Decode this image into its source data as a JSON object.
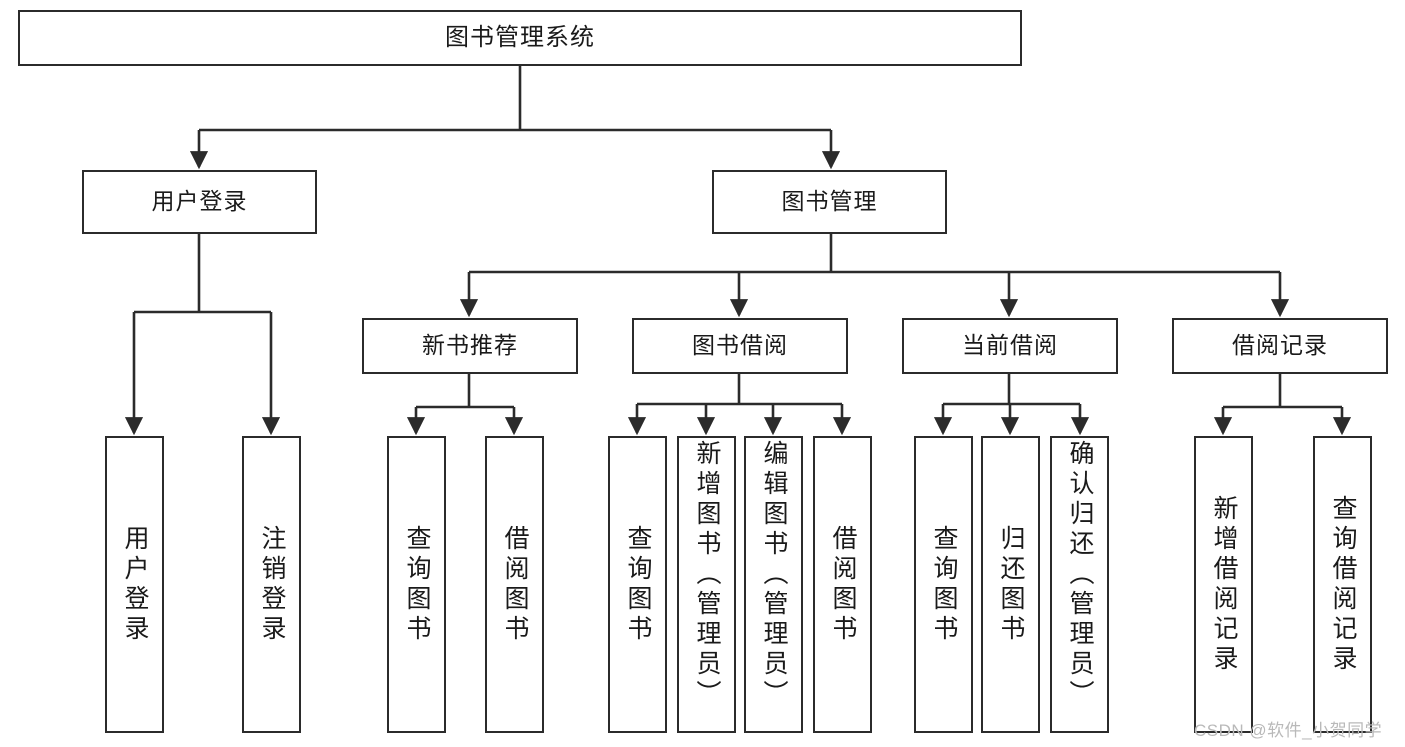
{
  "diagram": {
    "title": "图书管理系统",
    "type": "tree",
    "root": {
      "id": "root",
      "label": "图书管理系统"
    },
    "level2": [
      {
        "id": "user-login",
        "label": "用户登录"
      },
      {
        "id": "book-management",
        "label": "图书管理"
      }
    ],
    "level3": [
      {
        "id": "new-book-recommend",
        "label": "新书推荐"
      },
      {
        "id": "book-borrow",
        "label": "图书借阅"
      },
      {
        "id": "current-borrow",
        "label": "当前借阅"
      },
      {
        "id": "borrow-record",
        "label": "借阅记录"
      }
    ],
    "leaves": {
      "user_login": [
        {
          "id": "leaf-user-login",
          "label": "用户登录"
        },
        {
          "id": "leaf-logout-login",
          "label": "注销登录"
        }
      ],
      "new_book_recommend": [
        {
          "id": "leaf-query-book-1",
          "label": "查询图书"
        },
        {
          "id": "leaf-borrow-book-1",
          "label": "借阅图书"
        }
      ],
      "book_borrow": [
        {
          "id": "leaf-query-book-2",
          "label": "查询图书"
        },
        {
          "id": "leaf-add-book",
          "label": "新增图书（管理员）"
        },
        {
          "id": "leaf-edit-book",
          "label": "编辑图书（管理员）"
        },
        {
          "id": "leaf-borrow-book-2",
          "label": "借阅图书"
        }
      ],
      "current_borrow": [
        {
          "id": "leaf-query-book-3",
          "label": "查询图书"
        },
        {
          "id": "leaf-return-book",
          "label": "归还图书"
        },
        {
          "id": "leaf-confirm-return",
          "label": "确认归还（管理员）"
        }
      ],
      "borrow_record": [
        {
          "id": "leaf-add-record",
          "label": "新增借阅记录"
        },
        {
          "id": "leaf-query-record",
          "label": "查询借阅记录"
        }
      ]
    },
    "colors": {
      "stroke": "#2b2b2b",
      "fill": "#ffffff",
      "text": "#1a1a1a",
      "watermark": "#b9b9b9"
    }
  },
  "watermark": {
    "text": "CSDN @软件_小贺同学"
  }
}
